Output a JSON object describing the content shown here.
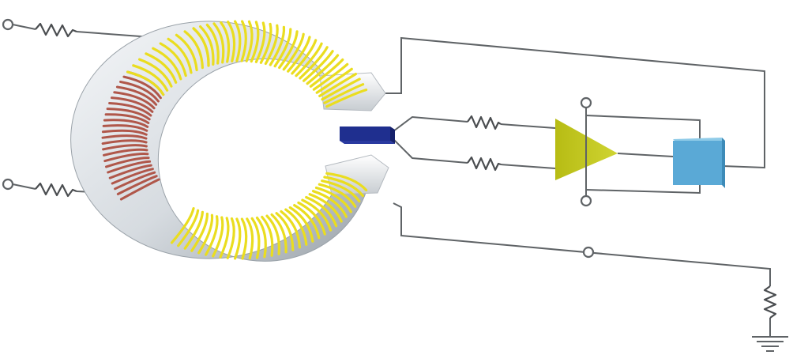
{
  "diagram": {
    "description_visible_text": "",
    "colors": {
      "wire": "#5f6366",
      "resistor": "#4a4d50",
      "core_light": "#e9ecef",
      "core_mid": "#c9ced3",
      "core_dark": "#8e969c",
      "primary_winding": "#b0574a",
      "secondary_winding": "#eadd1f",
      "hall_sensor": "#1f2f8f",
      "amplifier": "#c2c71d",
      "output_block_front": "#5aa9d6",
      "output_block_side": "#3d8bb8",
      "ground": "#5f6366"
    },
    "components": {
      "input_terminals": 2,
      "input_resistors": 2,
      "sensor_resistors": 2,
      "test_points": 3,
      "ground_resistor": 1
    }
  }
}
